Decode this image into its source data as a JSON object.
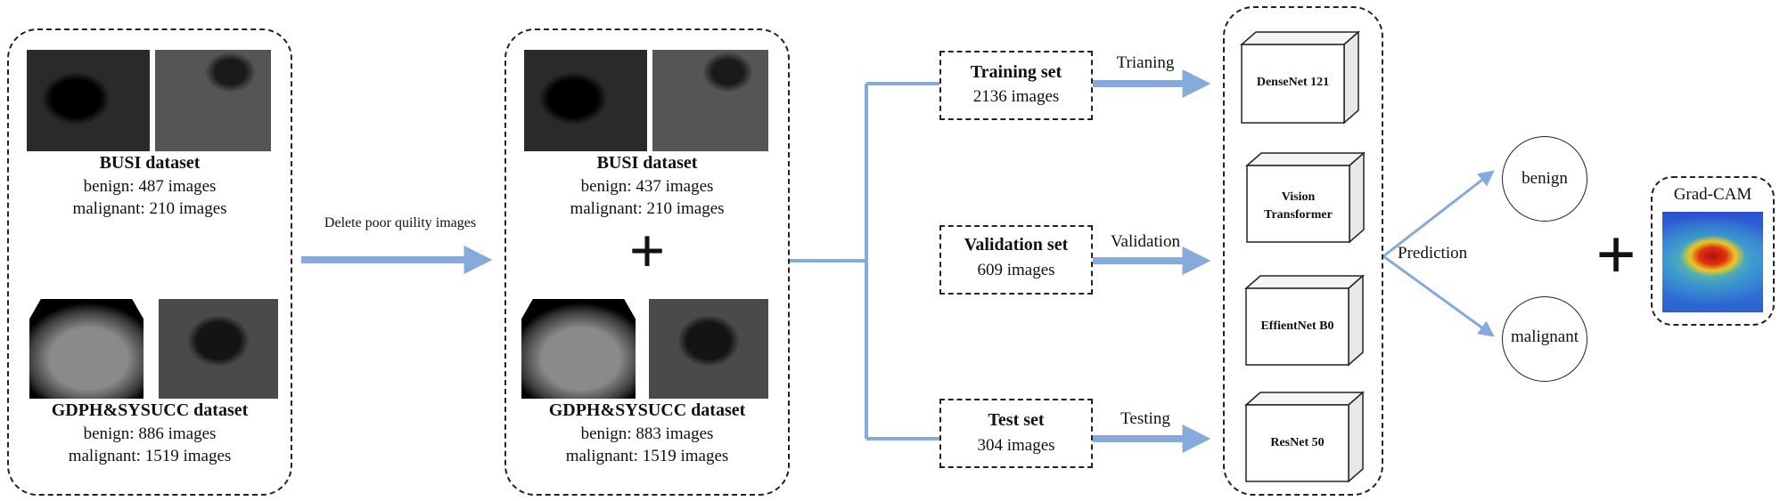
{
  "colors": {
    "arrow": "#86aadc",
    "border": "#222222",
    "text": "#111111"
  },
  "panel1": {
    "busi_title": "BUSI dataset",
    "busi_benign": "benign: 487 images",
    "busi_malignant": "malignant: 210 images",
    "gdph_title": "GDPH&SYSUCC dataset",
    "gdph_benign": "benign: 886 images",
    "gdph_malignant": "malignant: 1519 images"
  },
  "arrow1_label": "Delete poor quility images",
  "panel2": {
    "busi_title": "BUSI dataset",
    "busi_benign": "benign: 437 images",
    "busi_malignant": "malignant: 210 images",
    "plus": "+",
    "gdph_title": "GDPH&SYSUCC dataset",
    "gdph_benign": "benign: 883 images",
    "gdph_malignant": "malignant: 1519 images"
  },
  "splits": [
    {
      "title": "Training set",
      "count": "2136 images",
      "arrow_label": "Trianing"
    },
    {
      "title": "Validation set",
      "count": "609 images",
      "arrow_label": "Validation"
    },
    {
      "title": "Test set",
      "count": "304 images",
      "arrow_label": "Testing"
    }
  ],
  "models": [
    "DenseNet 121",
    "Vision Transformer",
    "EffientNet B0",
    "ResNet 50"
  ],
  "prediction_label": "Prediction",
  "outputs": {
    "benign": "benign",
    "malignant": "malignant"
  },
  "gradcam": {
    "title": "Grad-CAM",
    "plus": "+"
  }
}
